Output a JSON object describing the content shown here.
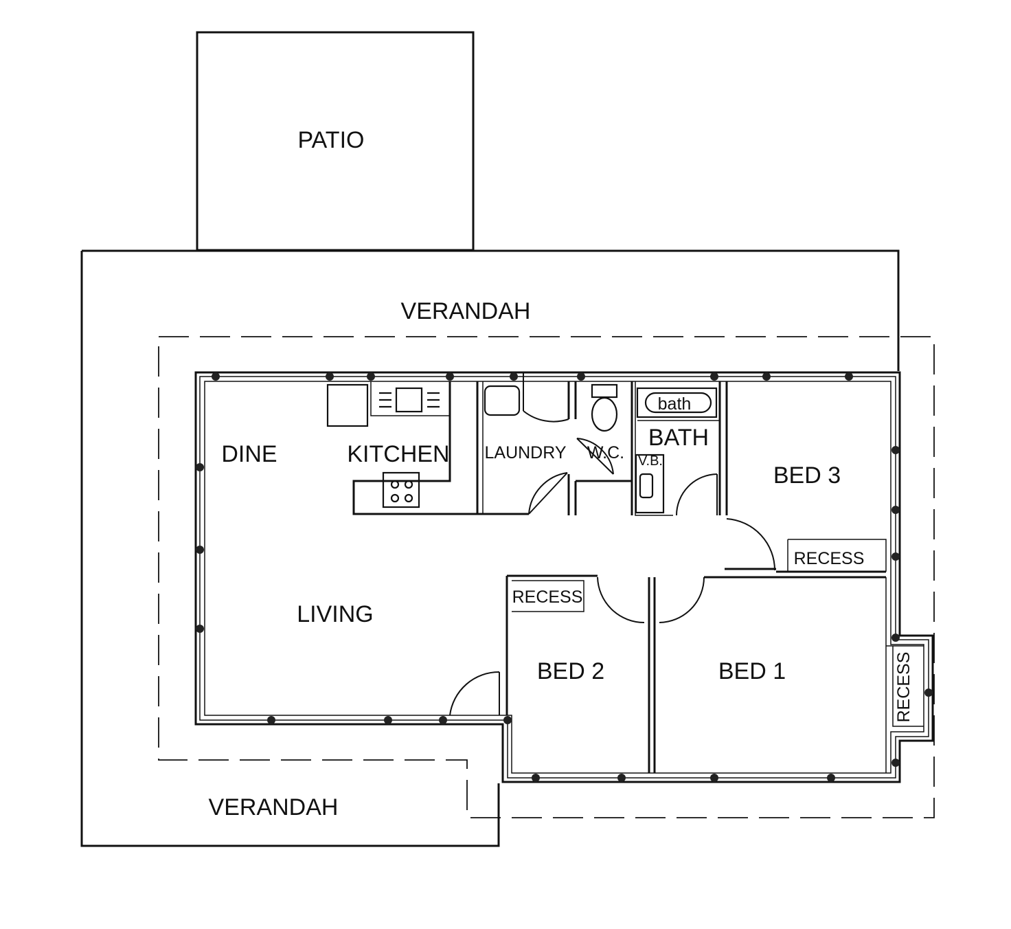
{
  "plan": {
    "labels": {
      "patio": "PATIO",
      "verandah_top": "VERANDAH",
      "verandah_bottom": "VERANDAH",
      "dine": "DINE",
      "kitchen": "KITCHEN",
      "laundry": "LAUNDRY",
      "wc": "W.C.",
      "bath_fixture": "bath",
      "bath": "BATH",
      "vb": "V.B.",
      "bed3": "BED 3",
      "recess_bed3": "RECESS",
      "recess_bed2": "RECESS",
      "recess_bed1": "RECESS",
      "living": "LIVING",
      "bed2": "BED 2",
      "bed1": "BED 1"
    }
  }
}
